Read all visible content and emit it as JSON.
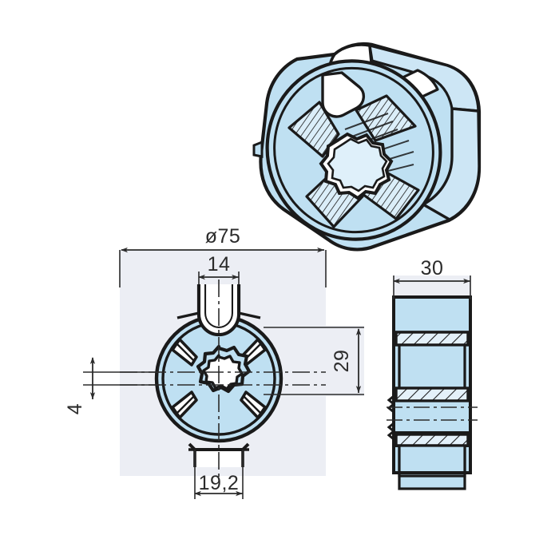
{
  "sheet": {
    "background_color": "#ffffff",
    "part_fill_color": "#bfe0f2",
    "outline_color": "#1a1a1a",
    "view_backdrop_color": "#eceef4",
    "hatch_color": "#dfeef8",
    "dimension_color": "#2b2b2b"
  },
  "views": {
    "isometric": {
      "name": "isometric-view",
      "description": "3D pictorial view of cylindrical drive adapter"
    },
    "front": {
      "name": "front-view",
      "description": "Front circular profile with four spokes and splined centre bore"
    },
    "section": {
      "name": "section-view",
      "description": "Side sectional view with hatched flanges"
    }
  },
  "dimensions": {
    "outer_diameter": {
      "label": "ø75",
      "value": 75,
      "symbol": "ø",
      "view": "front",
      "placement": "top",
      "orientation": "horizontal"
    },
    "top_slot_width": {
      "label": "14",
      "value": 14,
      "view": "front",
      "placement": "top-inner",
      "orientation": "horizontal"
    },
    "bottom_flat_width": {
      "label": "19,2",
      "value": 19.2,
      "view": "front",
      "placement": "bottom",
      "orientation": "horizontal"
    },
    "radius_offset": {
      "label": "29",
      "value": 29,
      "view": "front",
      "placement": "right",
      "orientation": "vertical"
    },
    "wall_thickness": {
      "label": "4",
      "value": 4,
      "view": "front",
      "placement": "left",
      "orientation": "vertical"
    },
    "depth": {
      "label": "30",
      "value": 30,
      "view": "section",
      "placement": "top",
      "orientation": "horizontal"
    }
  }
}
